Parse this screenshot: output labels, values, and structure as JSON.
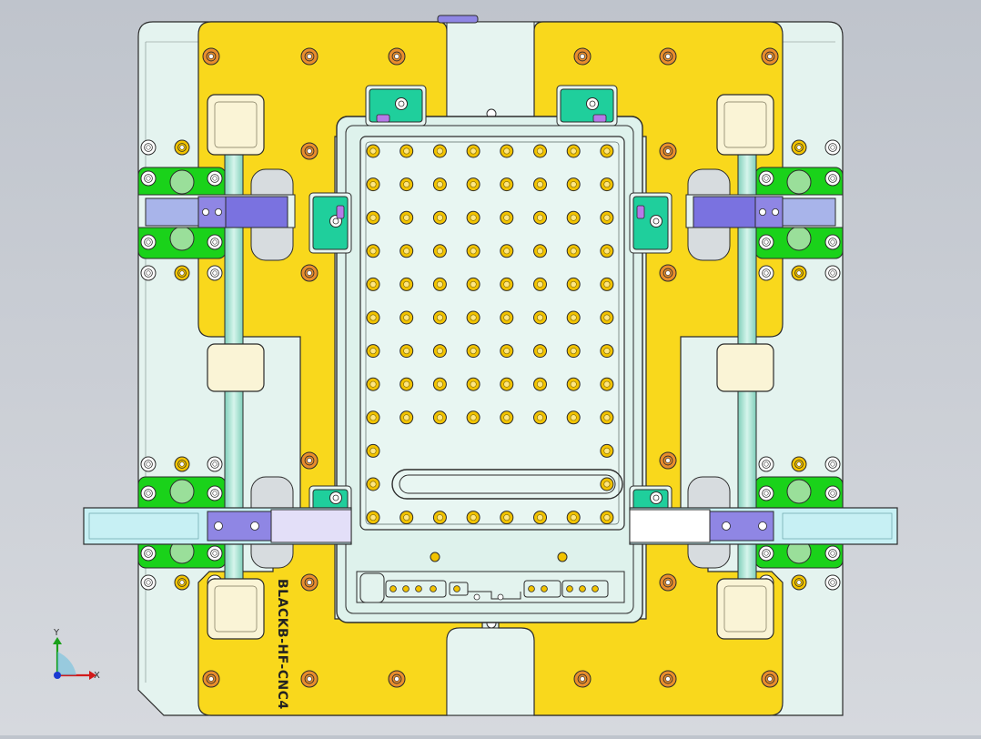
{
  "drawing": {
    "part_label": "BLACKB-HF-CNC4",
    "axis_labels": {
      "x": "X",
      "y": "Y"
    },
    "hole_grid": {
      "columns": 8,
      "rows": 12
    },
    "colors": {
      "base_plate": "#e4f3ef",
      "top_plate": "#f9d81c",
      "fixture_tray": "#def2ec",
      "clamp_bar": "#c7f0f4",
      "clamp_block": "#8f86e4",
      "green_pad": "#1ad21a",
      "teal_block": "#1fcf9c",
      "cream_block": "#faf4d6",
      "hole_gold": "#f2c300",
      "screw_orange": "#e98d2c",
      "outline": "#2b2b2b"
    }
  }
}
